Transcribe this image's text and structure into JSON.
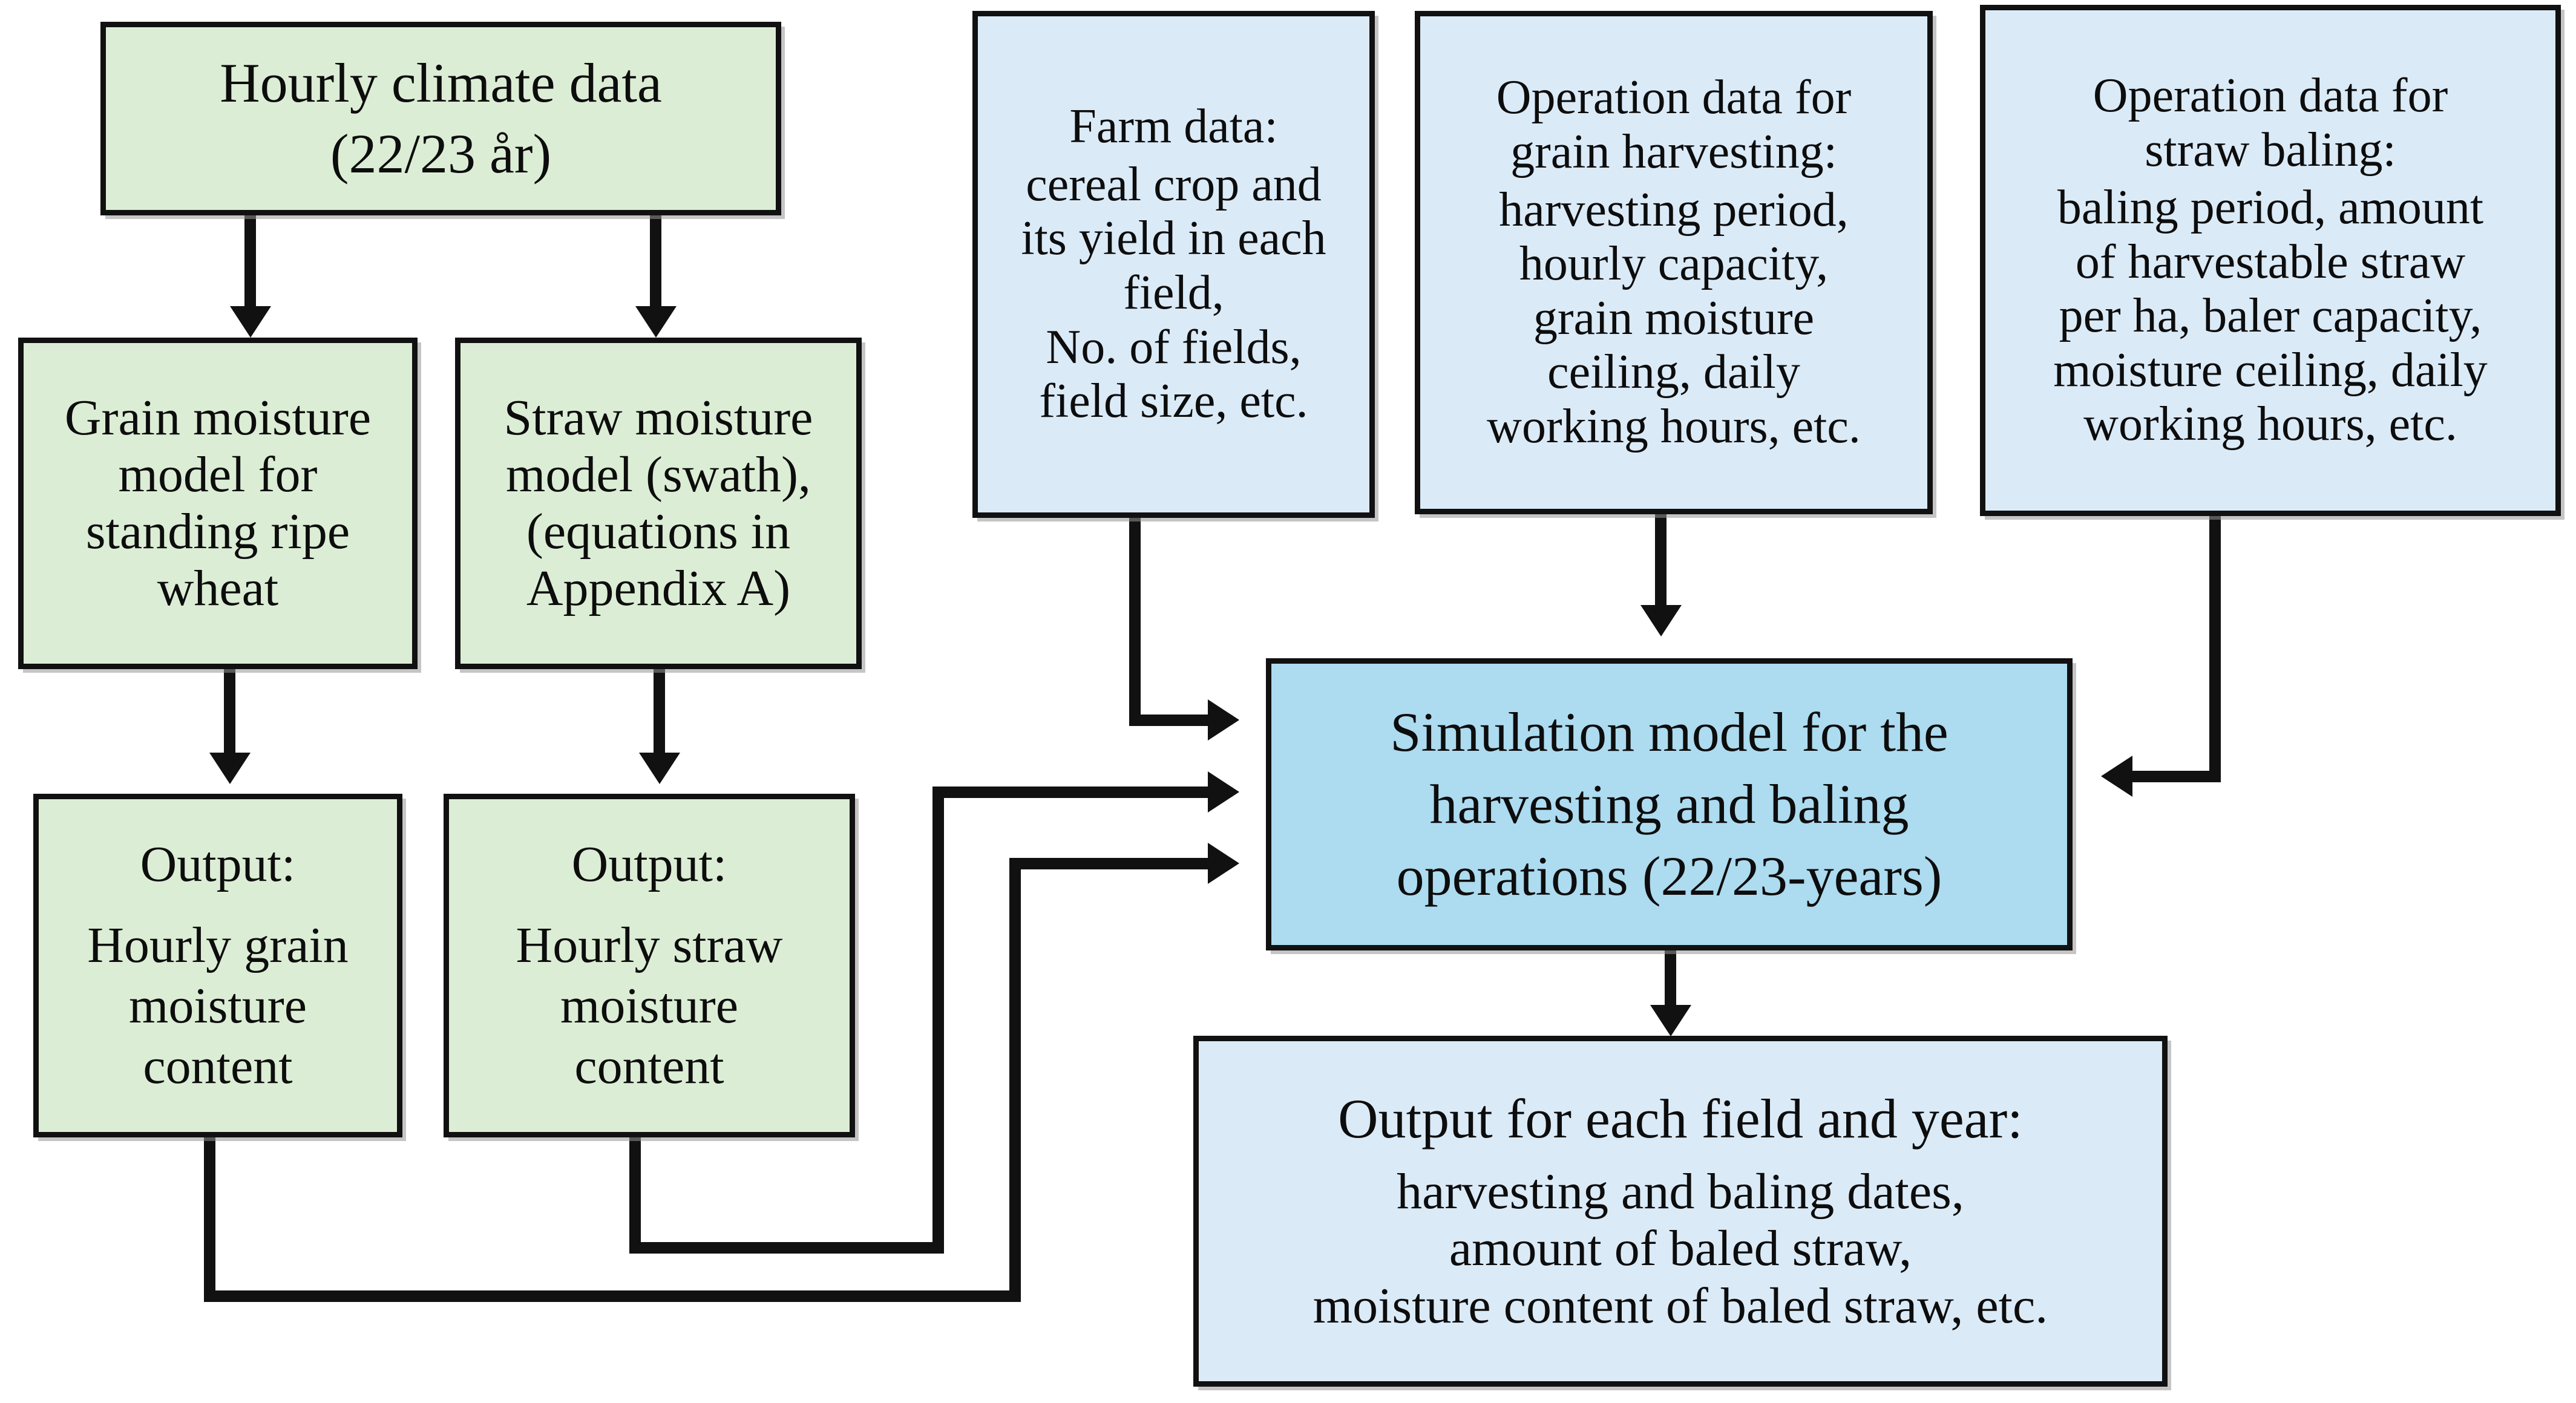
{
  "diagram": {
    "title": "Simulation model flowchart for grain harvesting and straw baling",
    "colors": {
      "input_green": "#dcedd5",
      "input_blue": "#dbeaf7",
      "model_blue": "#addbf0",
      "line": "#111111",
      "background": "#ffffff"
    }
  },
  "nodes": {
    "climate": {
      "lines": [
        "Hourly climate data",
        "(22/23 år)"
      ]
    },
    "grain_moisture_model": {
      "lines": [
        "Grain moisture",
        "model for",
        "standing ripe",
        "wheat"
      ]
    },
    "straw_moisture_model": {
      "lines": [
        "Straw moisture",
        "model (swath),",
        "(equations in",
        "Appendix A)"
      ]
    },
    "grain_output": {
      "head": "Output:",
      "lines": [
        "Hourly grain",
        "moisture",
        "content"
      ]
    },
    "straw_output": {
      "head": "Output:",
      "lines": [
        "Hourly straw",
        "moisture",
        "content"
      ]
    },
    "farm_data": {
      "head": "Farm data:",
      "lines": [
        "cereal crop and",
        "its yield in each",
        "field,",
        "No. of fields,",
        "field size, etc."
      ]
    },
    "harvest_data": {
      "head_lines": [
        "Operation data for",
        "grain harvesting:"
      ],
      "lines": [
        "harvesting period,",
        "hourly capacity,",
        "grain moisture",
        "ceiling, daily",
        "working hours, etc."
      ]
    },
    "baling_data": {
      "head_lines": [
        "Operation data for",
        "straw baling:"
      ],
      "lines": [
        "baling period, amount",
        "of harvestable straw",
        "per ha, baler capacity,",
        "moisture ceiling, daily",
        "working hours, etc."
      ]
    },
    "simulation_model": {
      "lines": [
        "Simulation model for the",
        "harvesting and baling",
        "operations (22/23-years)"
      ]
    },
    "final_output": {
      "head": "Output for each field and year:",
      "lines": [
        "harvesting and baling dates,",
        "amount of baled straw,",
        "moisture content of baled straw, etc."
      ]
    }
  },
  "edges": [
    {
      "from": "climate",
      "to": "grain_moisture_model",
      "direction": "down"
    },
    {
      "from": "climate",
      "to": "straw_moisture_model",
      "direction": "down"
    },
    {
      "from": "grain_moisture_model",
      "to": "grain_output",
      "direction": "down"
    },
    {
      "from": "straw_moisture_model",
      "to": "straw_output",
      "direction": "down"
    },
    {
      "from": "farm_data",
      "to": "simulation_model",
      "direction": "down-right"
    },
    {
      "from": "harvest_data",
      "to": "simulation_model",
      "direction": "down"
    },
    {
      "from": "baling_data",
      "to": "simulation_model",
      "direction": "down-left"
    },
    {
      "from": "straw_output",
      "to": "simulation_model",
      "direction": "down-right-up-right"
    },
    {
      "from": "grain_output",
      "to": "simulation_model",
      "direction": "down-right-up-right"
    },
    {
      "from": "simulation_model",
      "to": "final_output",
      "direction": "down"
    }
  ]
}
